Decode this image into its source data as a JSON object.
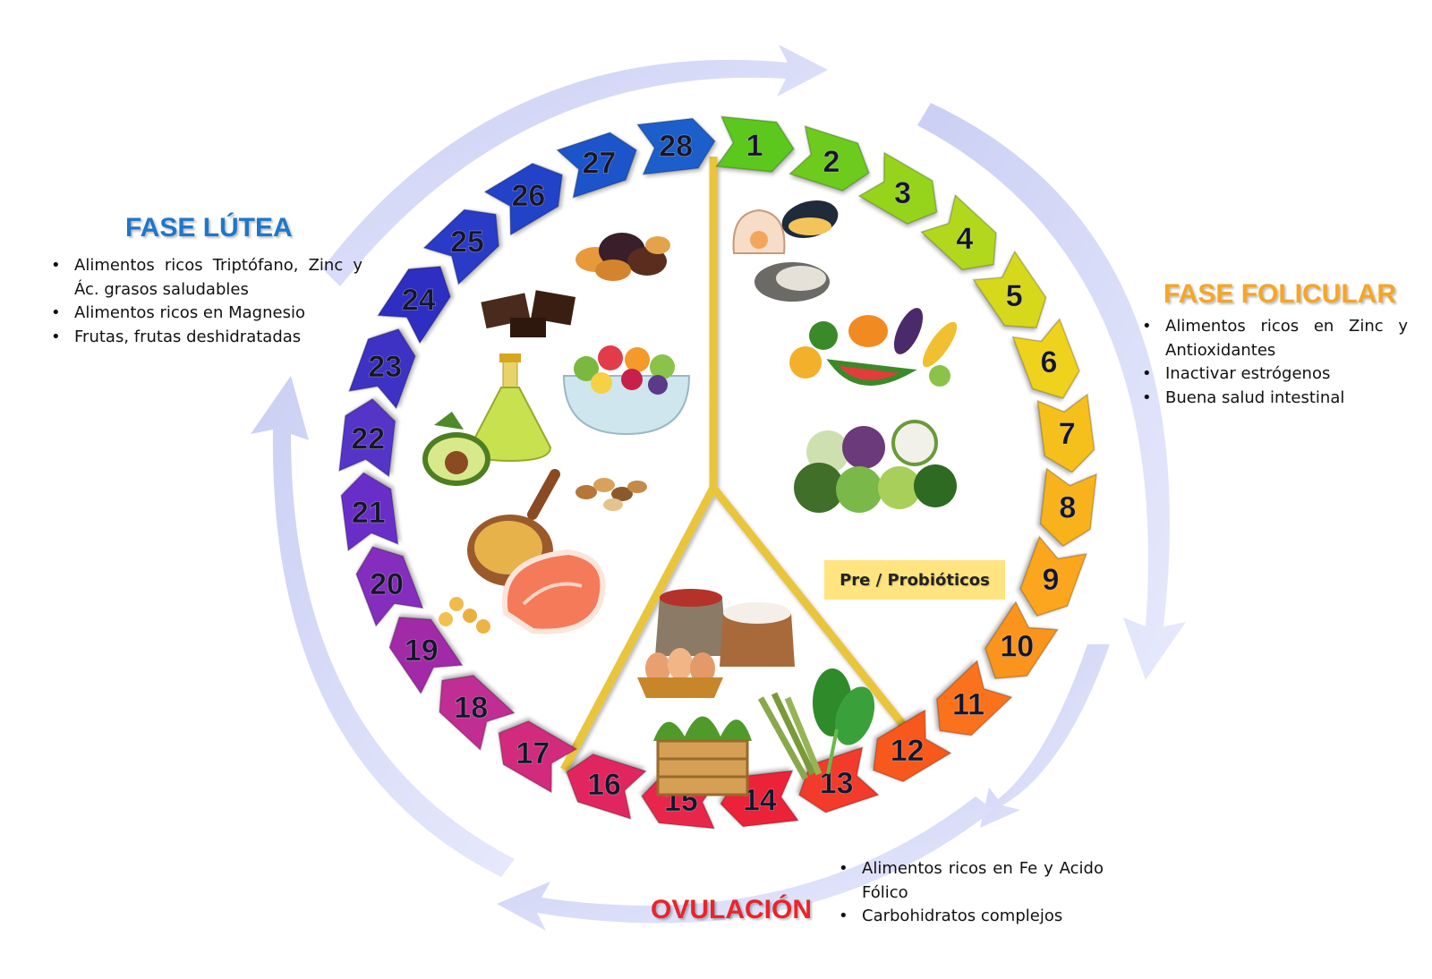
{
  "phases": {
    "lutea": {
      "title": "FASE LÚTEA",
      "color": "#1f77c8",
      "bullets": [
        "Alimentos ricos Triptófano, Zinc y Ác. grasos saludables",
        "Alimentos ricos en Magnesio",
        "Frutas, frutas deshidratadas"
      ]
    },
    "folicular": {
      "title": "FASE FOLICULAR",
      "color": "#f5a623",
      "bullets": [
        "Alimentos ricos en Zinc y Antioxidantes",
        "Inactivar estrógenos",
        "Buena salud intestinal"
      ]
    },
    "ovulacion": {
      "title": "OVULACIÓN",
      "color": "#e8242c",
      "bullets": [
        "Alimentos ricos en Fe y Acido Fólico",
        "Carbohidratos complejos"
      ]
    }
  },
  "badge": {
    "label": "Pre / Probióticos",
    "color": "#ffe480"
  },
  "cycle": {
    "days": [
      "1",
      "2",
      "3",
      "4",
      "5",
      "6",
      "7",
      "8",
      "9",
      "10",
      "11",
      "12",
      "13",
      "14",
      "15",
      "16",
      "17",
      "18",
      "19",
      "20",
      "21",
      "22",
      "23",
      "24",
      "25",
      "26",
      "27",
      "28"
    ],
    "colors": [
      "#5cc71d",
      "#6ccb1f",
      "#96d41e",
      "#b1d81b",
      "#d6d81a",
      "#efd21c",
      "#f6c01c",
      "#f8b21b",
      "#fba61c",
      "#fb941b",
      "#fa721d",
      "#f8581d",
      "#f23a2c",
      "#ec2338",
      "#e8264b",
      "#e1255e",
      "#d22a7d",
      "#c02d93",
      "#a22ba8",
      "#852dbd",
      "#6a2ec8",
      "#5534c7",
      "#3e32c4",
      "#2e2ec2",
      "#2a3ac8",
      "#2443c8",
      "#1e54c9",
      "#1a5fcb"
    ]
  },
  "decor_colors": {
    "arrow_ring": "#c9cdf3",
    "yellow_line": "#e8c53a"
  },
  "food_icons": [
    "dried-fruits-icon",
    "chocolate-icon",
    "fruit-salad-icon",
    "olive-oil-icon",
    "avocado-icon",
    "nuts-icon",
    "chickpeas-icon",
    "salmon-icon",
    "scallop-icon",
    "mussel-icon",
    "oyster-icon",
    "vegetables-icon",
    "cruciferous-icon",
    "legumes-sack-icon",
    "flour-sack-icon",
    "eggs-basket-icon",
    "vegetable-crate-icon",
    "asparagus-icon",
    "spinach-icon"
  ]
}
